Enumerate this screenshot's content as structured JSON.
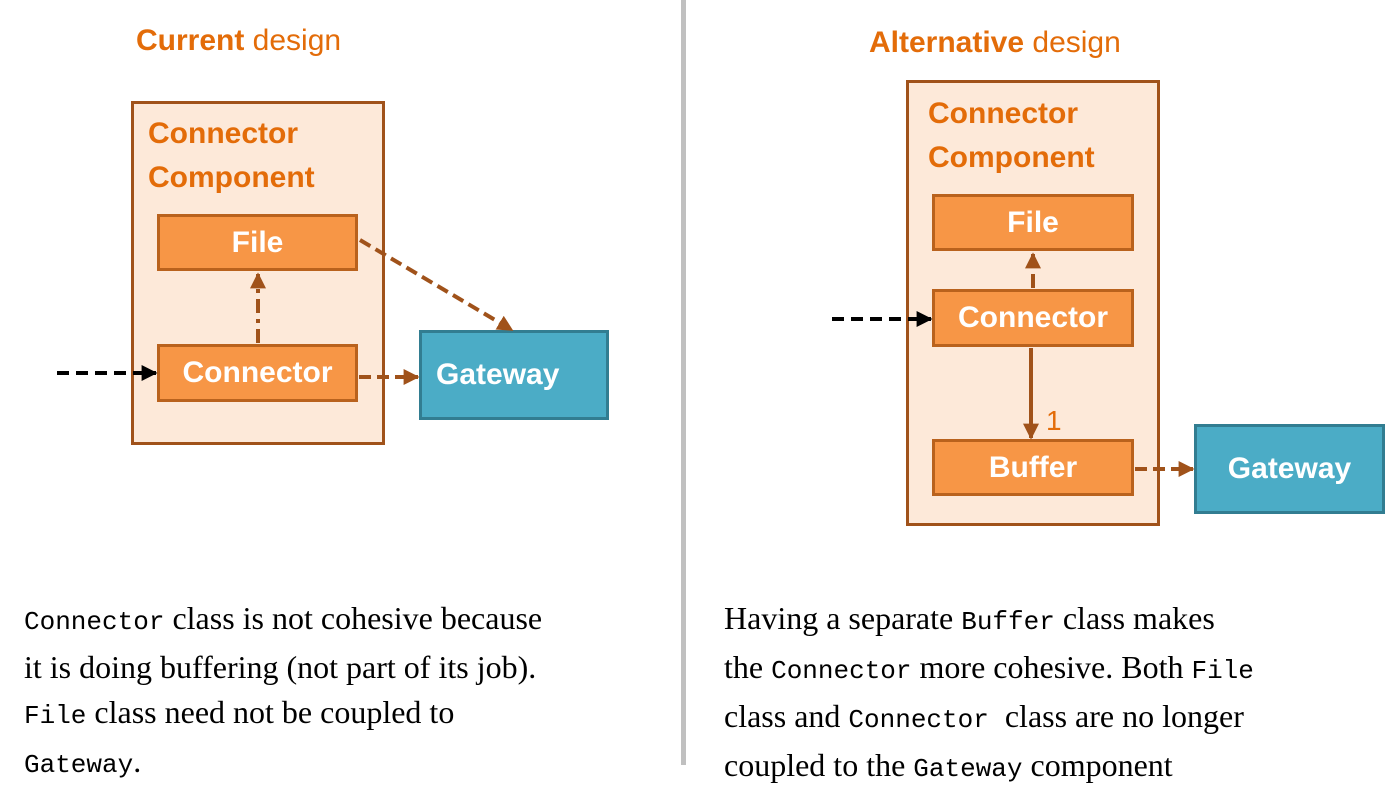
{
  "left": {
    "title_bold": "Current",
    "title_rest": " design",
    "component_line1": "Connector",
    "component_line2": "Component",
    "file": "File",
    "connector": "Connector",
    "gateway": "Gateway",
    "caption": {
      "l1_code": "Connector",
      "l1_rest": " class is not cohesive because",
      "l2": "it is doing buffering (not part of its job).",
      "l3_code": "File",
      "l3_rest": " class need not be coupled to",
      "l4_code": "Gateway",
      "l4_rest": "."
    }
  },
  "right": {
    "title_bold": "Alternative",
    "title_rest": " design",
    "component_line1": "Connector",
    "component_line2": "Component",
    "file": "File",
    "connector": "Connector",
    "buffer": "Buffer",
    "gateway": "Gateway",
    "multiplicity": "1",
    "caption": {
      "l1_pre": "Having a separate ",
      "l1_code": "Buffer",
      "l1_rest": " class makes",
      "l2_pre": "the ",
      "l2_code": "Connector",
      "l2_mid": " more cohesive. Both ",
      "l2_code2": "File",
      "l3_code": "Connector",
      "l3_pre": "class and ",
      "l3_rest": "  class are no longer",
      "l4_pre": "coupled to the ",
      "l4_code": "Gateway",
      "l4_rest": " component"
    }
  },
  "colors": {
    "accent": "#e36c09",
    "component_fill": "#fde9d9",
    "class_fill": "#f79646",
    "gateway_fill": "#4bacc6",
    "arrow_brown": "#a0521a"
  }
}
